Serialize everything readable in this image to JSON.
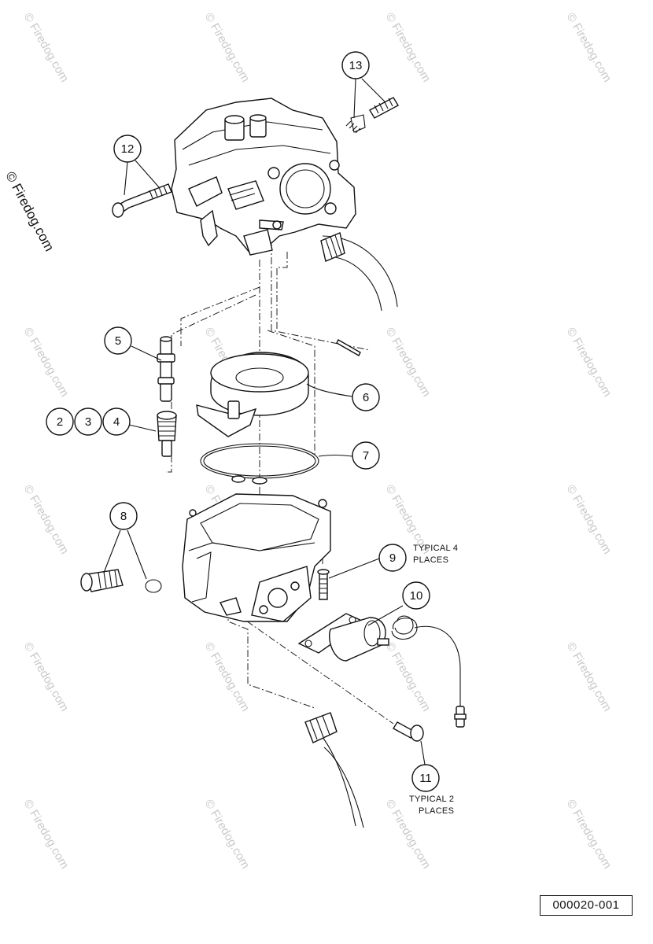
{
  "watermark": {
    "text": "© Firedog.com"
  },
  "copyright": "© Firedog.com",
  "figure_id": "000020-001",
  "callouts": [
    {
      "id": "c13",
      "label": "13"
    },
    {
      "id": "c12",
      "label": "12"
    },
    {
      "id": "c5",
      "label": "5"
    },
    {
      "id": "c6",
      "label": "6"
    },
    {
      "id": "c2",
      "label": "2"
    },
    {
      "id": "c3",
      "label": "3"
    },
    {
      "id": "c4",
      "label": "4"
    },
    {
      "id": "c7",
      "label": "7"
    },
    {
      "id": "c8",
      "label": "8"
    },
    {
      "id": "c9",
      "label": "9"
    },
    {
      "id": "c10",
      "label": "10"
    },
    {
      "id": "c11",
      "label": "11"
    }
  ],
  "notes": {
    "typical4_line1": "TYPICAL 4",
    "typical4_line2": "PLACES",
    "typical2_line1": "TYPICAL 2",
    "typical2_line2": "PLACES"
  }
}
